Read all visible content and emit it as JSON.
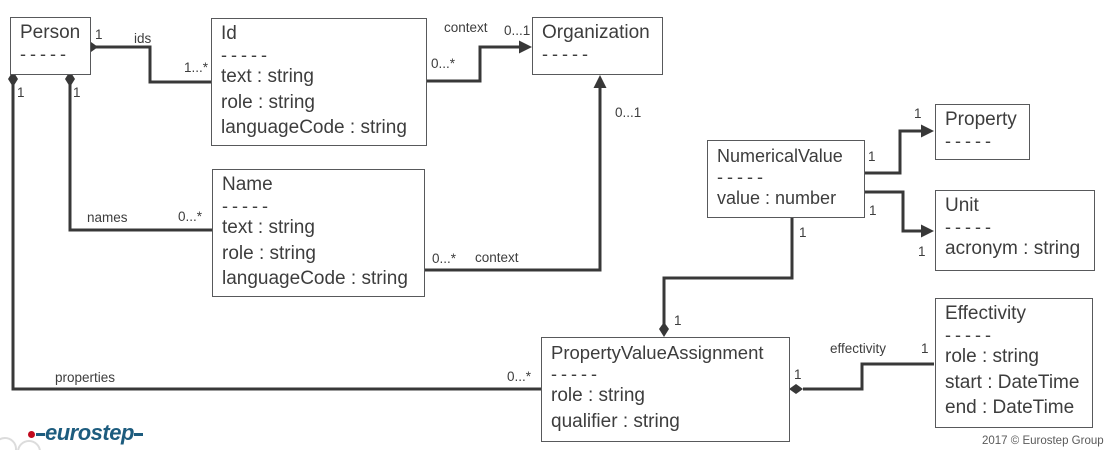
{
  "diagram": {
    "classes": {
      "person": {
        "title": "Person",
        "divider": "-----",
        "attrs": []
      },
      "id": {
        "title": "Id",
        "divider": "-----",
        "attrs": [
          "text : string",
          "role : string",
          "languageCode : string"
        ]
      },
      "organization": {
        "title": "Organization",
        "divider": "-----",
        "attrs": []
      },
      "name": {
        "title": "Name",
        "divider": "-----",
        "attrs": [
          "text : string",
          "role : string",
          "languageCode : string"
        ]
      },
      "numericalValue": {
        "title": "NumericalValue",
        "divider": "-----",
        "attrs": [
          "value : number"
        ]
      },
      "property": {
        "title": "Property",
        "divider": "-----",
        "attrs": []
      },
      "unit": {
        "title": "Unit",
        "divider": "-----",
        "attrs": [
          "acronym : string"
        ]
      },
      "pva": {
        "title": "PropertyValueAssignment",
        "divider": "-----",
        "attrs": [
          "role : string",
          "qualifier : string"
        ]
      },
      "effectivity": {
        "title": "Effectivity",
        "divider": "-----",
        "attrs": [
          "role : string",
          "start : DateTime",
          "end : DateTime"
        ]
      }
    },
    "labels": {
      "person_ids_mult": "1",
      "ids_role": "ids",
      "id_mult": "1...*",
      "person_properties_mult": "1",
      "person_names_mult": "1",
      "names_role": "names",
      "names_mult": "0...*",
      "properties_role": "properties",
      "properties_mult": "0...*",
      "id_context_src_mult": "0...*",
      "id_context_role": "context",
      "id_context_tgt_mult": "0...1",
      "name_context_src_mult": "0...*",
      "name_context_role": "context",
      "name_context_tgt_mult": "0...1",
      "nv_property_src_mult": "1",
      "nv_property_tgt_mult": "1",
      "nv_unit_src_mult": "1",
      "nv_unit_tgt_mult": "1",
      "nv_pva_src_mult": "1",
      "nv_pva_tgt_mult": "1",
      "pva_eff_src_mult": "1",
      "effectivity_role": "effectivity",
      "pva_eff_tgt_mult": "1"
    },
    "line_color": "#383838"
  },
  "footer": {
    "logo_word": "eurostep",
    "copyright": "2017 © Eurostep Group"
  }
}
